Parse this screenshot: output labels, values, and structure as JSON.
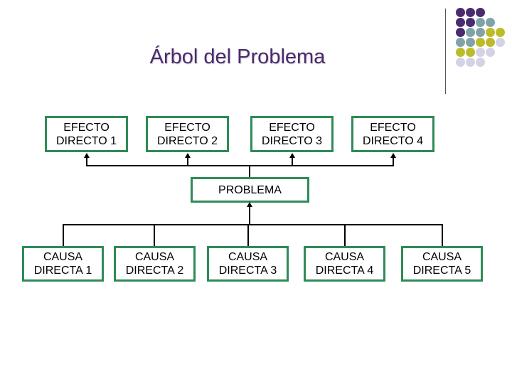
{
  "title": "Árbol del Problema",
  "colors": {
    "purple": "#4b2a6e",
    "teal": "#7fa3a6",
    "olive": "#bcbc2a",
    "lavender": "#d4d3e6",
    "box_border": "#2e8b57"
  },
  "dot_grid_colors": [
    [
      "purple",
      "purple",
      "purple",
      "",
      ""
    ],
    [
      "purple",
      "purple",
      "teal",
      "teal",
      ""
    ],
    [
      "purple",
      "teal",
      "teal",
      "olive",
      "olive"
    ],
    [
      "teal",
      "teal",
      "olive",
      "olive",
      "lavender"
    ],
    [
      "olive",
      "olive",
      "lavender",
      "lavender",
      ""
    ],
    [
      "lavender",
      "lavender",
      "lavender",
      "",
      ""
    ]
  ],
  "effects": [
    "EFECTO\nDIRECTO 1",
    "EFECTO\nDIRECTO 2",
    "EFECTO\nDIRECTO 3",
    "EFECTO\nDIRECTO 4"
  ],
  "problem": "PROBLEMA",
  "causes": [
    "CAUSA\nDIRECTA 1",
    "CAUSA\nDIRECTA 2",
    "CAUSA\nDIRECTA 3",
    "CAUSA\nDIRECTA 4",
    "CAUSA\nDIRECTA 5"
  ]
}
